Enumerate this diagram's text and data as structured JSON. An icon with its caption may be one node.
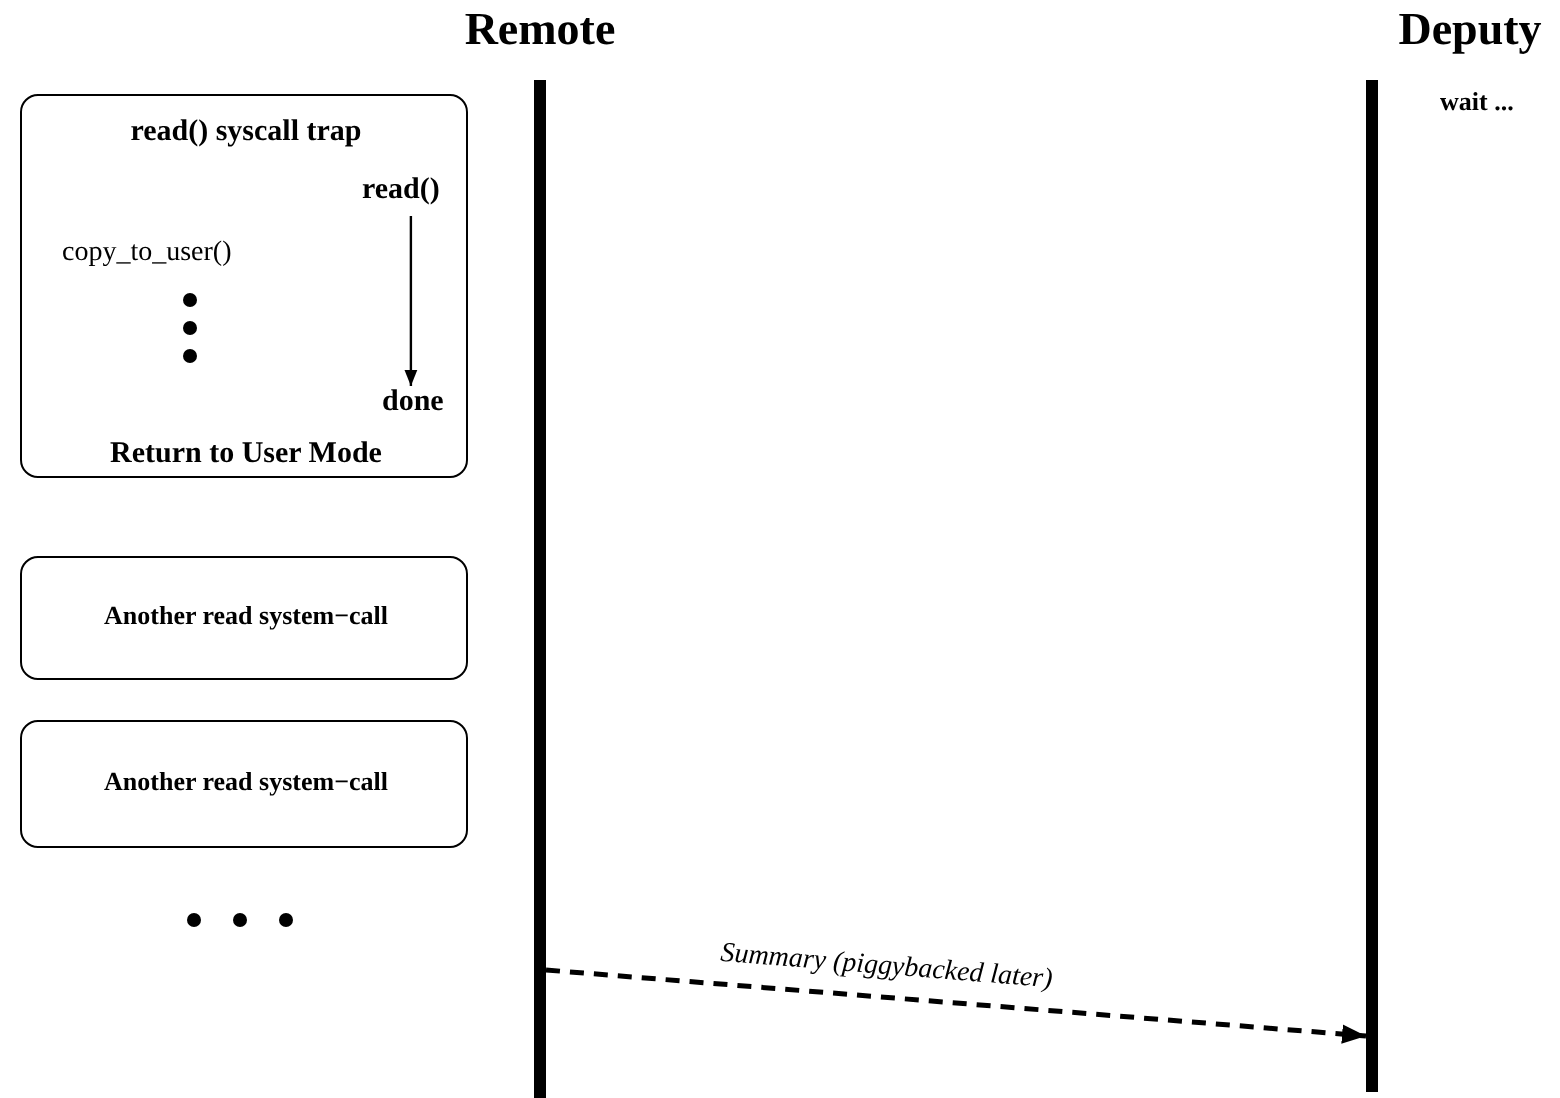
{
  "diagram": {
    "nodes": [
      {
        "text": [
          "Remote"
        ]
      },
      {
        "text": [
          "Deputy"
        ],
        "beside": [
          "wait ..."
        ]
      },
      {
        "text": [
          "read() syscall trap",
          "copy_to_user()",
          "Return to User Mode"
        ]
      },
      {
        "text": [
          "read()"
        ],
        "in": 2
      },
      {
        "text": [
          "done"
        ],
        "in": 2
      },
      {
        "text": [
          "Another read  system−call"
        ]
      },
      {
        "text": [
          "Another read  system−call"
        ]
      }
    ],
    "edges": [
      {
        "from": 3,
        "to": 4,
        "arrow": "to"
      },
      {
        "from": 0,
        "to": 1,
        "arrow": "to",
        "style": "dashed",
        "label": "Summary (piggybacked later)"
      }
    ]
  }
}
